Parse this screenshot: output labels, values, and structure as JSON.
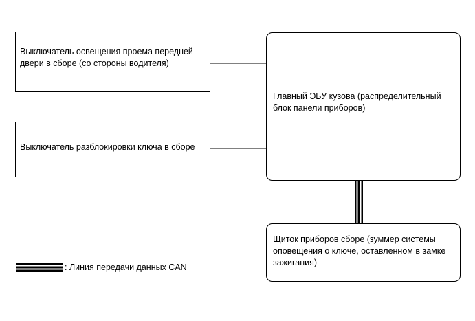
{
  "boxes": {
    "door_switch": "Выключатель освещения проема передней двери в сборе (со стороны водителя)",
    "unlock_switch": "Выключатель разблокировки ключа в сборе",
    "main_ecu": "Главный ЭБУ кузова (распределительный блок панели приборов)",
    "meter": "Щиток приборов сборе (зуммер системы оповещения о ключе, оставленном в замке зажигания)"
  },
  "legend": {
    "can_line_label": ": Линия передачи данных CAN"
  }
}
